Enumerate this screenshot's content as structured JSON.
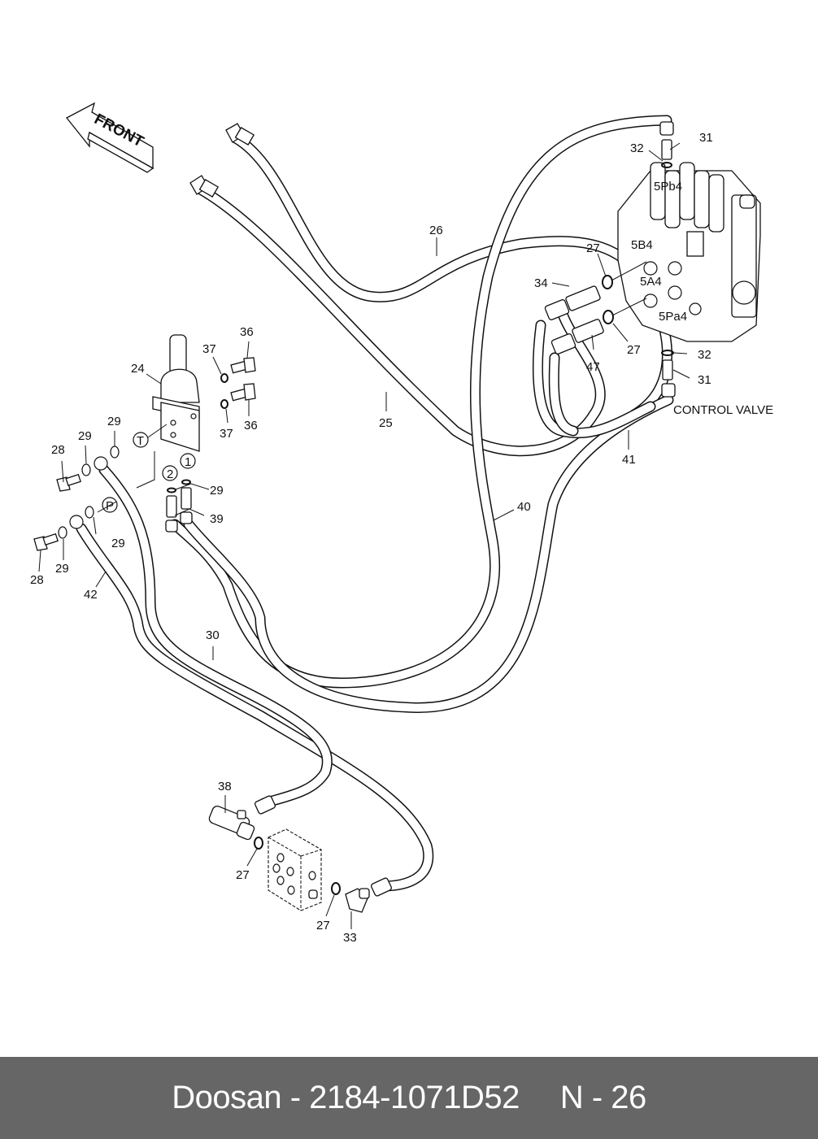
{
  "diagram": {
    "direction_arrow": "FRONT",
    "control_valve_label": "CONTROL VALVE",
    "port_labels": {
      "pb4": "5Pb4",
      "b4": "5B4",
      "a4": "5A4",
      "pa4": "5Pa4"
    },
    "joystick_ports": {
      "t": "T",
      "p": "P",
      "one": "1",
      "two": "2"
    },
    "callouts": {
      "c24": "24",
      "c25": "25",
      "c26": "26",
      "c27a": "27",
      "c27b": "27",
      "c27c": "27",
      "c27d": "27",
      "c28a": "28",
      "c28b": "28",
      "c29a": "29",
      "c29b": "29",
      "c29c": "29",
      "c29d": "29",
      "c29e": "29",
      "c30": "30",
      "c31a": "31",
      "c31b": "31",
      "c32a": "32",
      "c32b": "32",
      "c33": "33",
      "c34": "34",
      "c36a": "36",
      "c36b": "36",
      "c37a": "37",
      "c37b": "37",
      "c38": "38",
      "c39": "39",
      "c40": "40",
      "c41": "41",
      "c42": "42",
      "c47": "47"
    }
  },
  "footer": {
    "brand_part": "Doosan - 2184-1071D52",
    "page_ref": "N - 26"
  }
}
